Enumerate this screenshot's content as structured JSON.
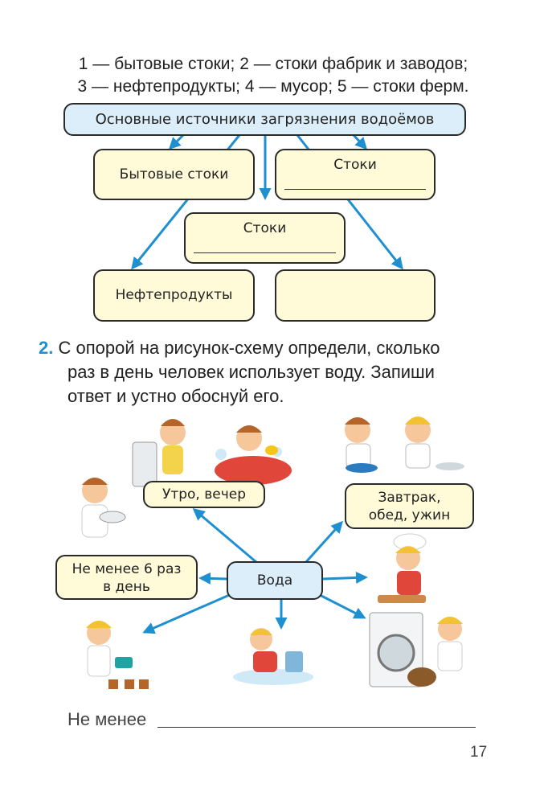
{
  "legend": {
    "line1": "1 — бытовые стоки; 2 — стоки фабрик и заводов;",
    "line2": "3 — нефтепродукты; 4 — мусор; 5 — стоки ферм."
  },
  "diagram1": {
    "root": "Основные источники загрязнения водоёмов",
    "box_household": "Бытовые стоки",
    "box_stoki_right": "Стоки",
    "box_stoki_center": "Стоки",
    "box_oil": "Нефтепродукты",
    "box_empty": ""
  },
  "task2": {
    "number": "2.",
    "line1": "С опорой на рисунок-схему определи, сколько",
    "line2": "раз в день человек использует воду. Запиши",
    "line3": "ответ и устно обоснуй его."
  },
  "diagram2": {
    "center": "Вода",
    "morning_evening": "Утро, вечер",
    "meals_line1": "Завтрак,",
    "meals_line2": "обед, ужин",
    "times_line1": "Не менее 6 раз",
    "times_line2": "в день"
  },
  "answer": {
    "prefix": "Не менее"
  },
  "page_number": "17",
  "colors": {
    "arrow": "#1e8fd0",
    "box_yellow": "#fffbd8",
    "box_blue": "#dceef9"
  }
}
